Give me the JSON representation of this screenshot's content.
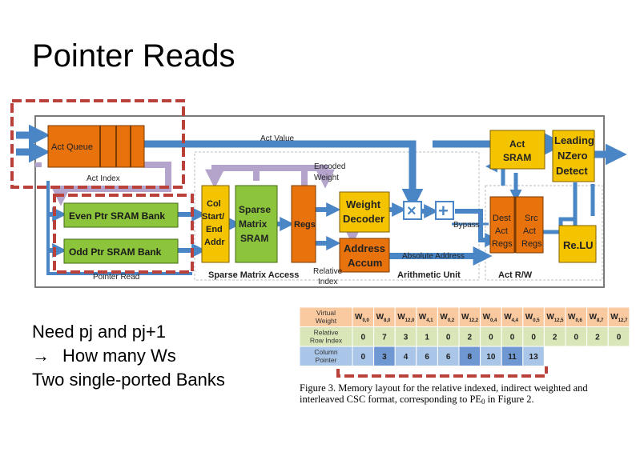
{
  "slide": {
    "title": "Pointer Reads",
    "bullets": [
      "Need pj and pj+1",
      "How many Ws",
      "Two single-ported Banks"
    ],
    "arrow_glyph": "→"
  },
  "diagram": {
    "act_queue": "Act Queue",
    "act_value": "Act Value",
    "act_index": "Act Index",
    "encoded_weight": [
      "Encoded",
      "Weight"
    ],
    "even_ptr": "Even Ptr SRAM Bank",
    "odd_ptr": "Odd Ptr SRAM Bank",
    "pointer_read": "Pointer Read",
    "col_start": [
      "Col",
      "Start/",
      "End",
      "Addr"
    ],
    "sparse_matrix": [
      "Sparse",
      "Matrix",
      "SRAM"
    ],
    "regs": "Regs",
    "sparse_matrix_access": "Sparse Matrix Access",
    "weight_decoder": [
      "Weight",
      "Decoder"
    ],
    "address_accum": [
      "Address",
      "Accum"
    ],
    "relative_index": [
      "Relative",
      "Index"
    ],
    "multiply_symbol": "×",
    "add_symbol": "+",
    "bypass": "Bypass",
    "absolute_address": "Absolute Address",
    "arithmetic_unit": "Arithmetic Unit",
    "act_sram": [
      "Act",
      "SRAM"
    ],
    "leading_nzero": [
      "Leading",
      "NZero",
      "Detect"
    ],
    "dest_act_regs": [
      "Dest",
      "Act",
      "Regs"
    ],
    "src_act_regs": [
      "Src",
      "Act",
      "Regs"
    ],
    "relu": "Re.LU",
    "act_rw": "Act R/W",
    "colors": {
      "orange": "#e8720c",
      "yellow": "#f5c400",
      "green": "#8cc43c",
      "blue": "#4a86c5",
      "purple": "#b4a4cc",
      "dashed_red": "#b9413a",
      "panel_border": "#7a7a7a"
    }
  },
  "table": {
    "rows": [
      {
        "label": [
          "Virtual",
          "Weight"
        ],
        "cells": [
          {
            "base": "W",
            "sub": "0,0"
          },
          {
            "base": "W",
            "sub": "8,0"
          },
          {
            "base": "W",
            "sub": "12,0"
          },
          {
            "base": "W",
            "sub": "4,1"
          },
          {
            "base": "W",
            "sub": "0,2"
          },
          {
            "base": "W",
            "sub": "12,2"
          },
          {
            "base": "W",
            "sub": "0,4"
          },
          {
            "base": "W",
            "sub": "4,4"
          },
          {
            "base": "W",
            "sub": "0,5"
          },
          {
            "base": "W",
            "sub": "12,5"
          },
          {
            "base": "W",
            "sub": "0,6"
          },
          {
            "base": "W",
            "sub": "8,7"
          },
          {
            "base": "W",
            "sub": "12,7"
          }
        ]
      },
      {
        "label": [
          "Relative",
          "Row Index"
        ],
        "cells": [
          "0",
          "7",
          "3",
          "1",
          "0",
          "2",
          "0",
          "0",
          "0",
          "2",
          "0",
          "2",
          "0"
        ]
      },
      {
        "label": [
          "Column",
          "Pointer"
        ],
        "cells": [
          "0",
          "3",
          "4",
          "6",
          "6",
          "8",
          "10",
          "11",
          "13"
        ]
      }
    ],
    "caption": {
      "prefix": "Figure 3.   Memory layout for the relative indexed, indirect weighted and interleaved CSC format, corresponding to PE",
      "sub": "0",
      "suffix": " in Figure 2."
    },
    "colors": {
      "row1_bg": "#f9c9a0",
      "row2_bg": "#d9e7b8",
      "row3_bg": "#a9c5e7",
      "row3_dark": "#6f97d2"
    }
  }
}
